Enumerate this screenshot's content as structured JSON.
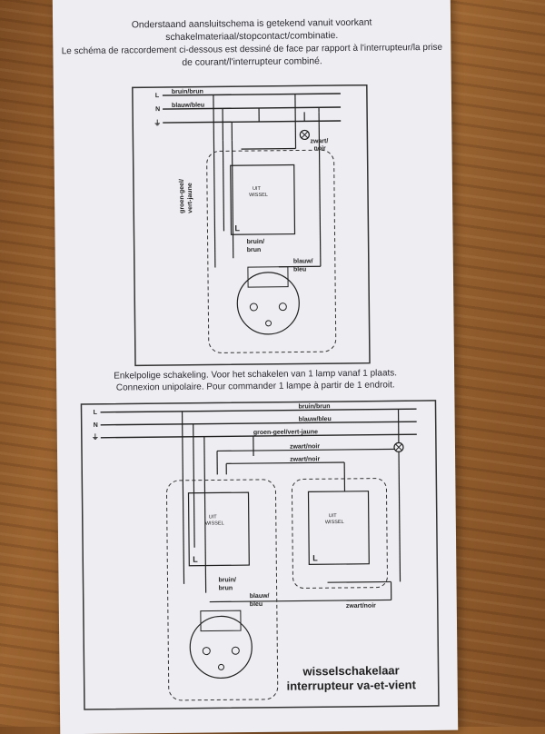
{
  "header": {
    "nl_line1": "Onderstaand aansluitschema is getekend vanuit voorkant",
    "nl_line2": "schakelmateriaal/stopcontact/combinatie.",
    "fr_line1": "Le schéma de raccordement ci-dessous est dessiné de face par rapport à l'interrupteur/la prise",
    "fr_line2": "de courant/l'interrupteur combiné."
  },
  "diagram1": {
    "L": "L",
    "N": "N",
    "PE": "⏚",
    "brown": "bruin/brun",
    "blue": "blauw/bleu",
    "ground": "groen-geel/",
    "ground2": "vert-jaune",
    "black": "zwart/",
    "black2": "noir",
    "switch_label": "UIT",
    "switch_label2": "WISSEL",
    "L_term": "L",
    "brown_low": "bruin/",
    "brown_low2": "brun",
    "blue_low": "blauw/",
    "blue_low2": "bleu"
  },
  "caption": {
    "nl": "Enkelpolige schakeling. Voor het schakelen van 1 lamp vanaf 1 plaats.",
    "fr": "Connexion unipolaire. Pour commander 1 lampe à partir de 1 endroit."
  },
  "diagram2": {
    "L": "L",
    "N": "N",
    "PE": "⏚",
    "brown": "bruin/brun",
    "blue": "blauw/bleu",
    "ground": "groen-geel/vert-jaune",
    "black_a": "zwart/noir",
    "black_b": "zwart/noir",
    "black_c": "zwart/noir",
    "switch_label": "UIT",
    "switch_label2": "WISSEL",
    "L_term": "L",
    "brown_low": "bruin/",
    "brown_low2": "brun",
    "blue_low": "blauw/",
    "blue_low2": "bleu",
    "title_nl": "wisselschakelaar",
    "title_fr": "interrupteur va-et-vient"
  }
}
